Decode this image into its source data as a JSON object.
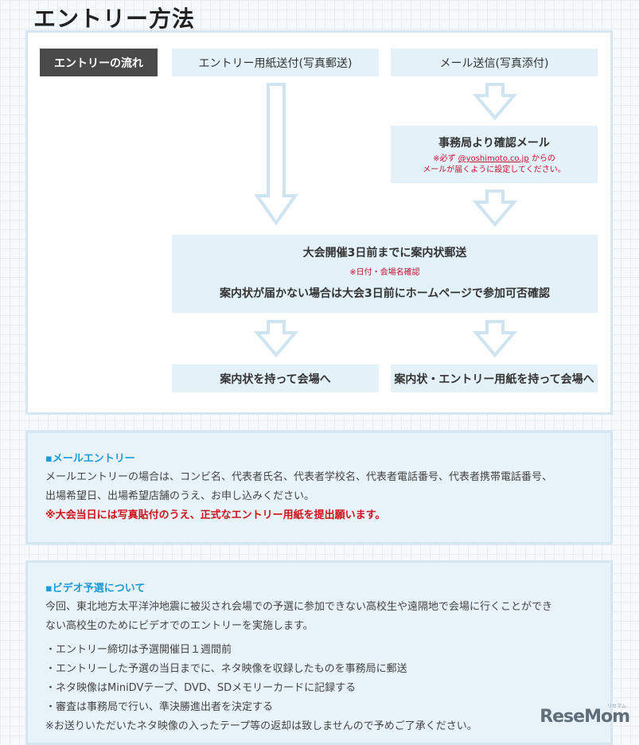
{
  "title": "エントリー方法",
  "flow": {
    "label": "エントリーの流れ",
    "left_head": "エントリー用紙送付(写真郵送)",
    "right_head": "メール送信(写真添付)",
    "confirm_title": "事務局より確認メール",
    "confirm_note_prefix": "※必ず ",
    "confirm_note_domain": "@yoshimoto.co.jp",
    "confirm_note_suffix": " からの",
    "confirm_note_line2": "メールが届くように設定してください。",
    "notice_title": "大会開催3日前までに案内状郵送",
    "notice_note": "※日付・会場名確認",
    "notice_sub": "案内状が届かない場合は大会3日前にホームページで参加可否確認",
    "left_end": "案内状を持って会場へ",
    "right_end": "案内状・エントリー用紙を持って会場へ"
  },
  "mail_entry": {
    "heading": "▪メールエントリー",
    "body_line1": "メールエントリーの場合は、コンビ名、代表者氏名、代表者学校名、代表者電話番号、代表者携帯電話番号、",
    "body_line2": "出場希望日、出場希望店舗のうえ、お申し込みください。",
    "warning": "※大会当日には写真貼付のうえ、正式なエントリー用紙を提出願います。"
  },
  "video": {
    "heading": "▪ビデオ予選について",
    "intro_line1": "今回、東北地方太平洋沖地震に被災され会場での予選に参加できない高校生や遠隔地で会場に行くことができ",
    "intro_line2": "ない高校生のためにビデオでのエントリーを実施します。",
    "items": [
      "・エントリー締切は予選開催日１週間前",
      "・エントリーした予選の当日までに、ネタ映像を収録したものを事務局に郵送",
      "・ネタ映像はMiniDVテープ、DVD、SDメモリーカードに記録する",
      "・審査は事務局で行い、準決勝進出者を決定する"
    ],
    "note": "※お送りいただいたネタ映像の入ったテープ等の返却は致しませんので予めご了承ください。"
  },
  "logo": {
    "text": "ReseMom",
    "sub": "リセマム"
  },
  "colors": {
    "accent": "#1c9ad6",
    "warning": "#d0121b",
    "box": "#e3f1f9",
    "arrow": "#cfe4f1"
  }
}
